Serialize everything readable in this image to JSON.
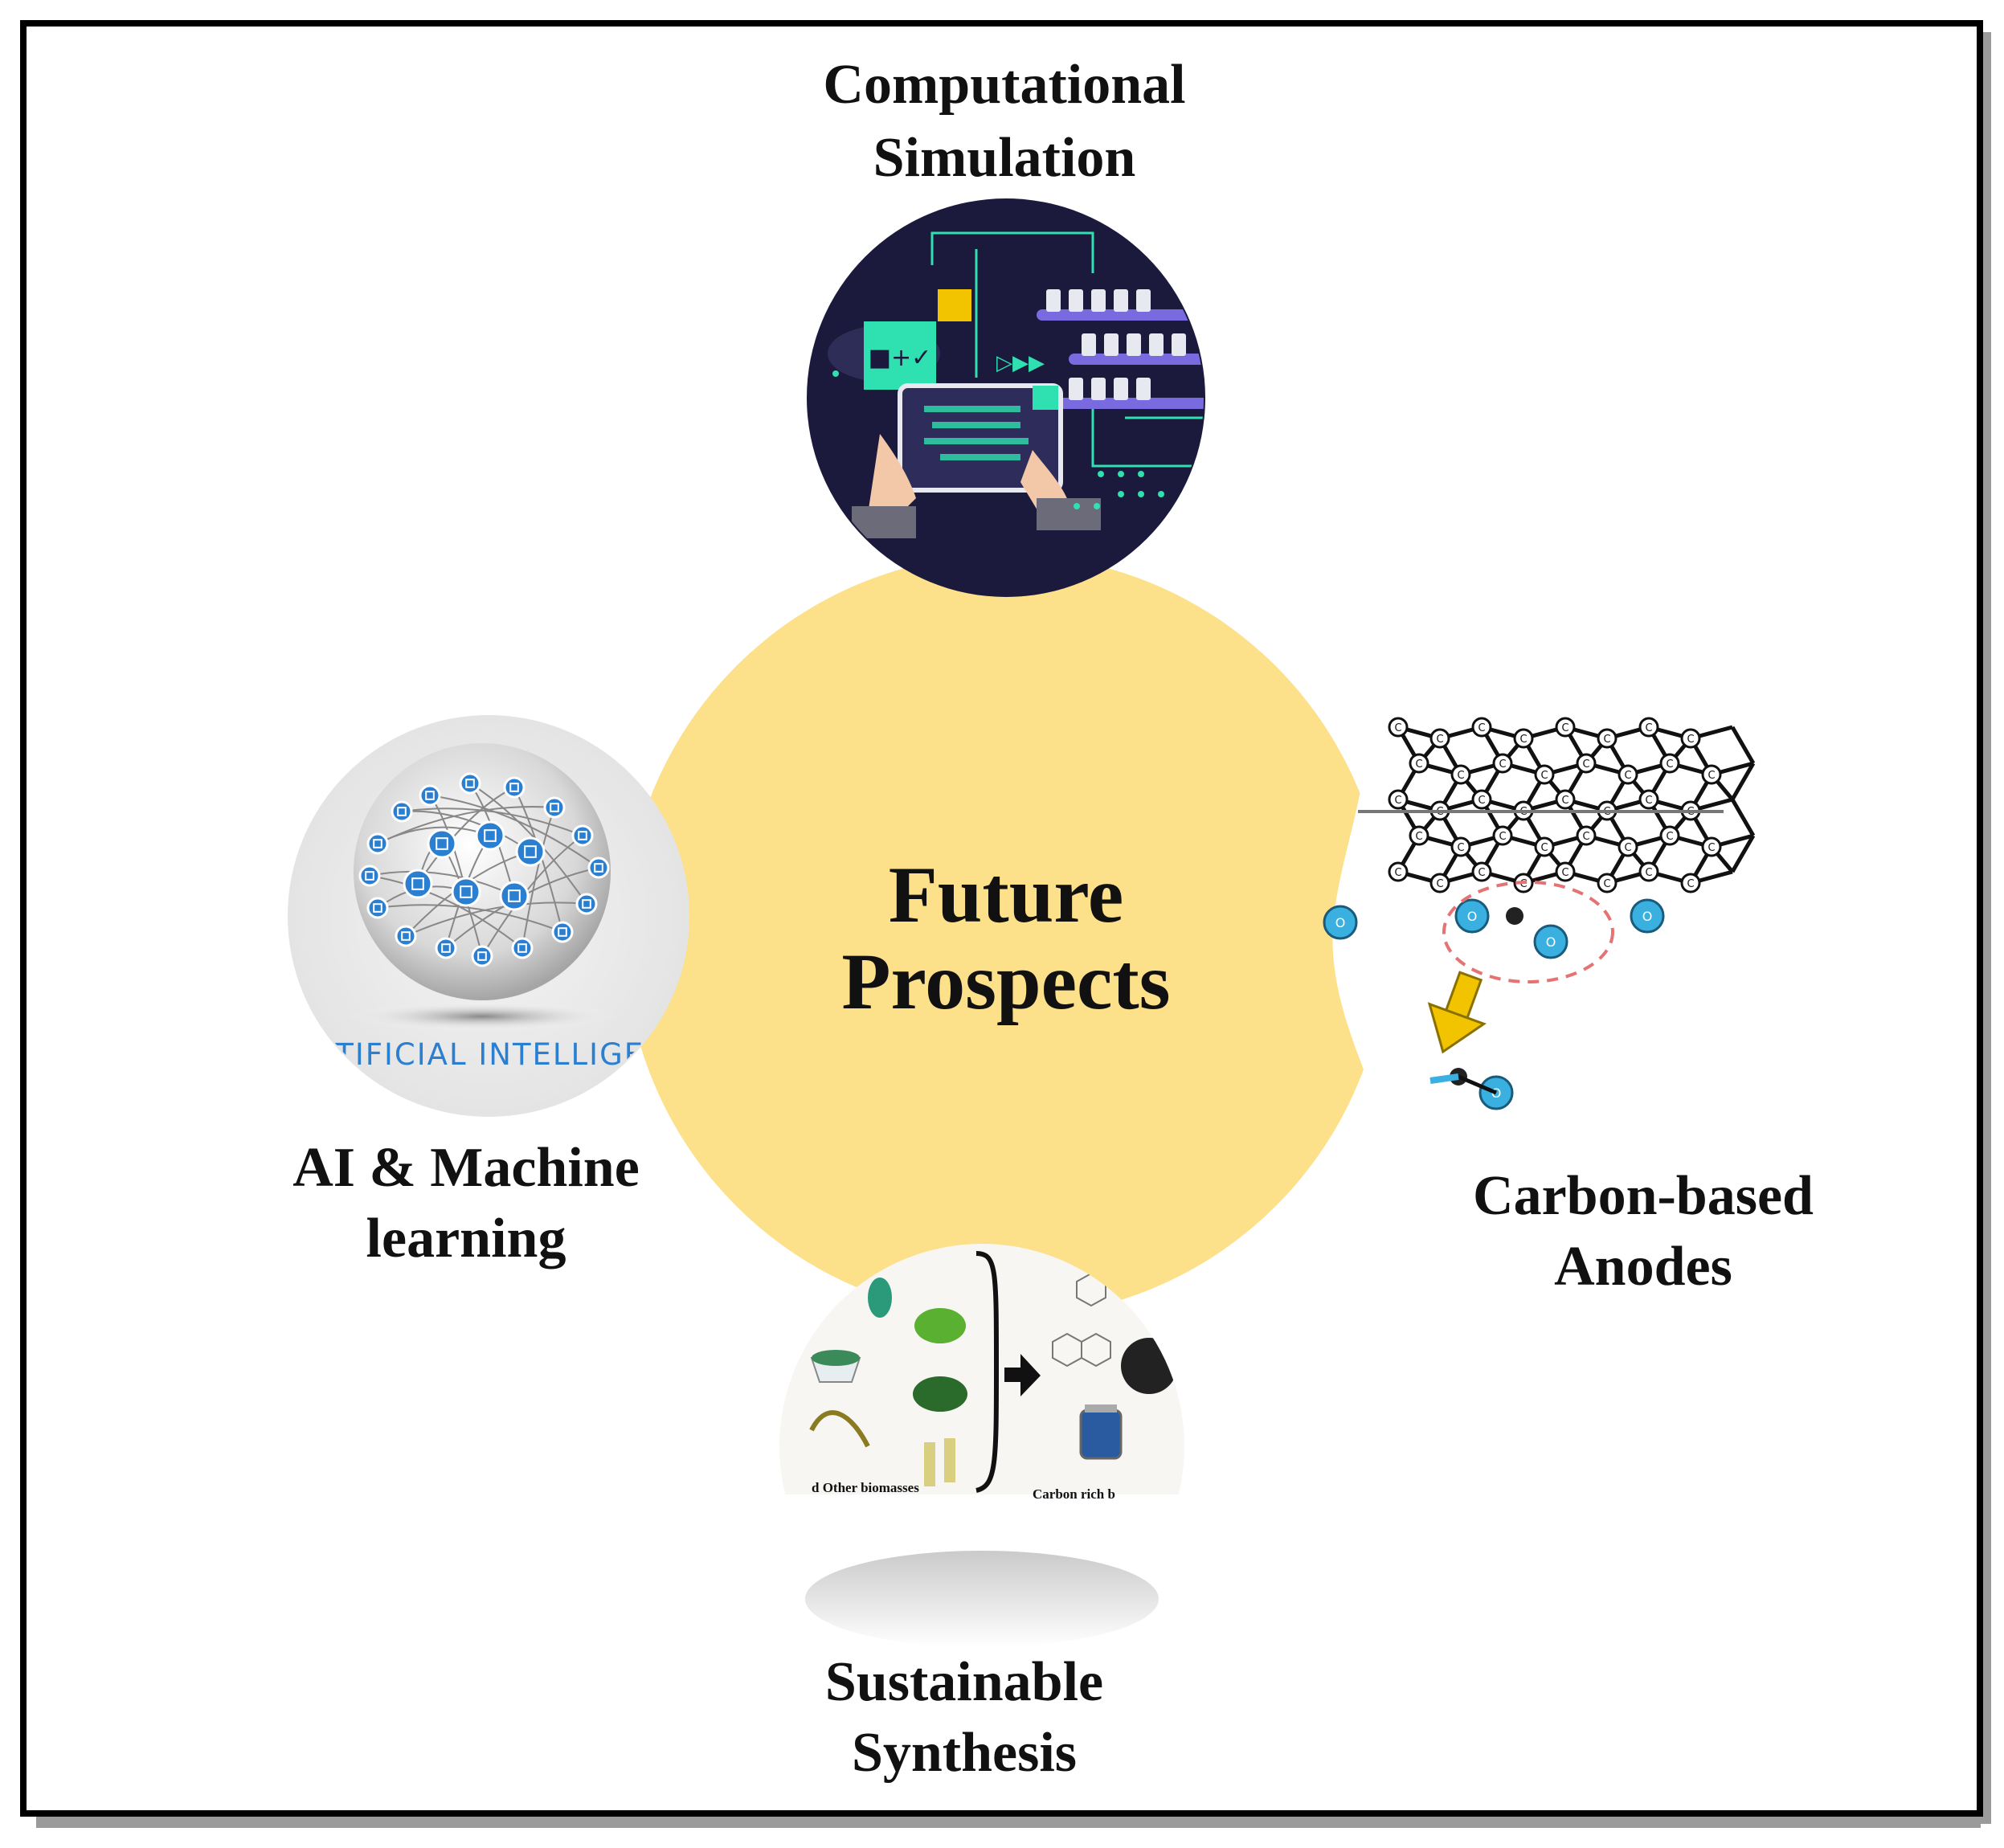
{
  "center": {
    "line1": "Future",
    "line2": "Prospects"
  },
  "nodes": {
    "top": {
      "line1": "Computational",
      "line2": "Simulation"
    },
    "left": {
      "line1": "AI & Machine",
      "line2": "learning",
      "banner_text": "RTIFICIAL INTELLIGEN"
    },
    "right": {
      "line1": "Carbon-based",
      "line2": "Anodes",
      "atom_letter": "C",
      "oxygen_letter": "O"
    },
    "bottom": {
      "line1": "Sustainable",
      "line2": "Synthesis",
      "caption_left": "d Other biomasses",
      "caption_right": "Carbon rich b"
    }
  },
  "colors": {
    "center_fill": "#fde08a",
    "sim_bg": "#1b1a3d",
    "sim_accent": "#2fe0b0",
    "ai_blue": "#2b7fd0",
    "oxygen": "#3ab0e0",
    "arrow": "#f2c400"
  }
}
